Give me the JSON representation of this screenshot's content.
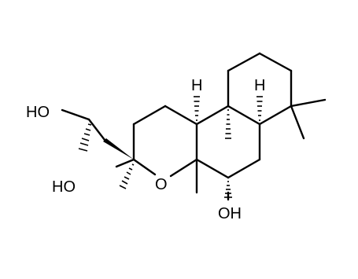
{
  "structure": {
    "atom_labels": {
      "ho_top": "HO",
      "ho_side": "HO",
      "ring_oxygen": "O",
      "hydroxyl_bottom": "OH",
      "h_left": "H",
      "h_right": "H"
    },
    "line_color": "#000000",
    "background": "#ffffff"
  }
}
